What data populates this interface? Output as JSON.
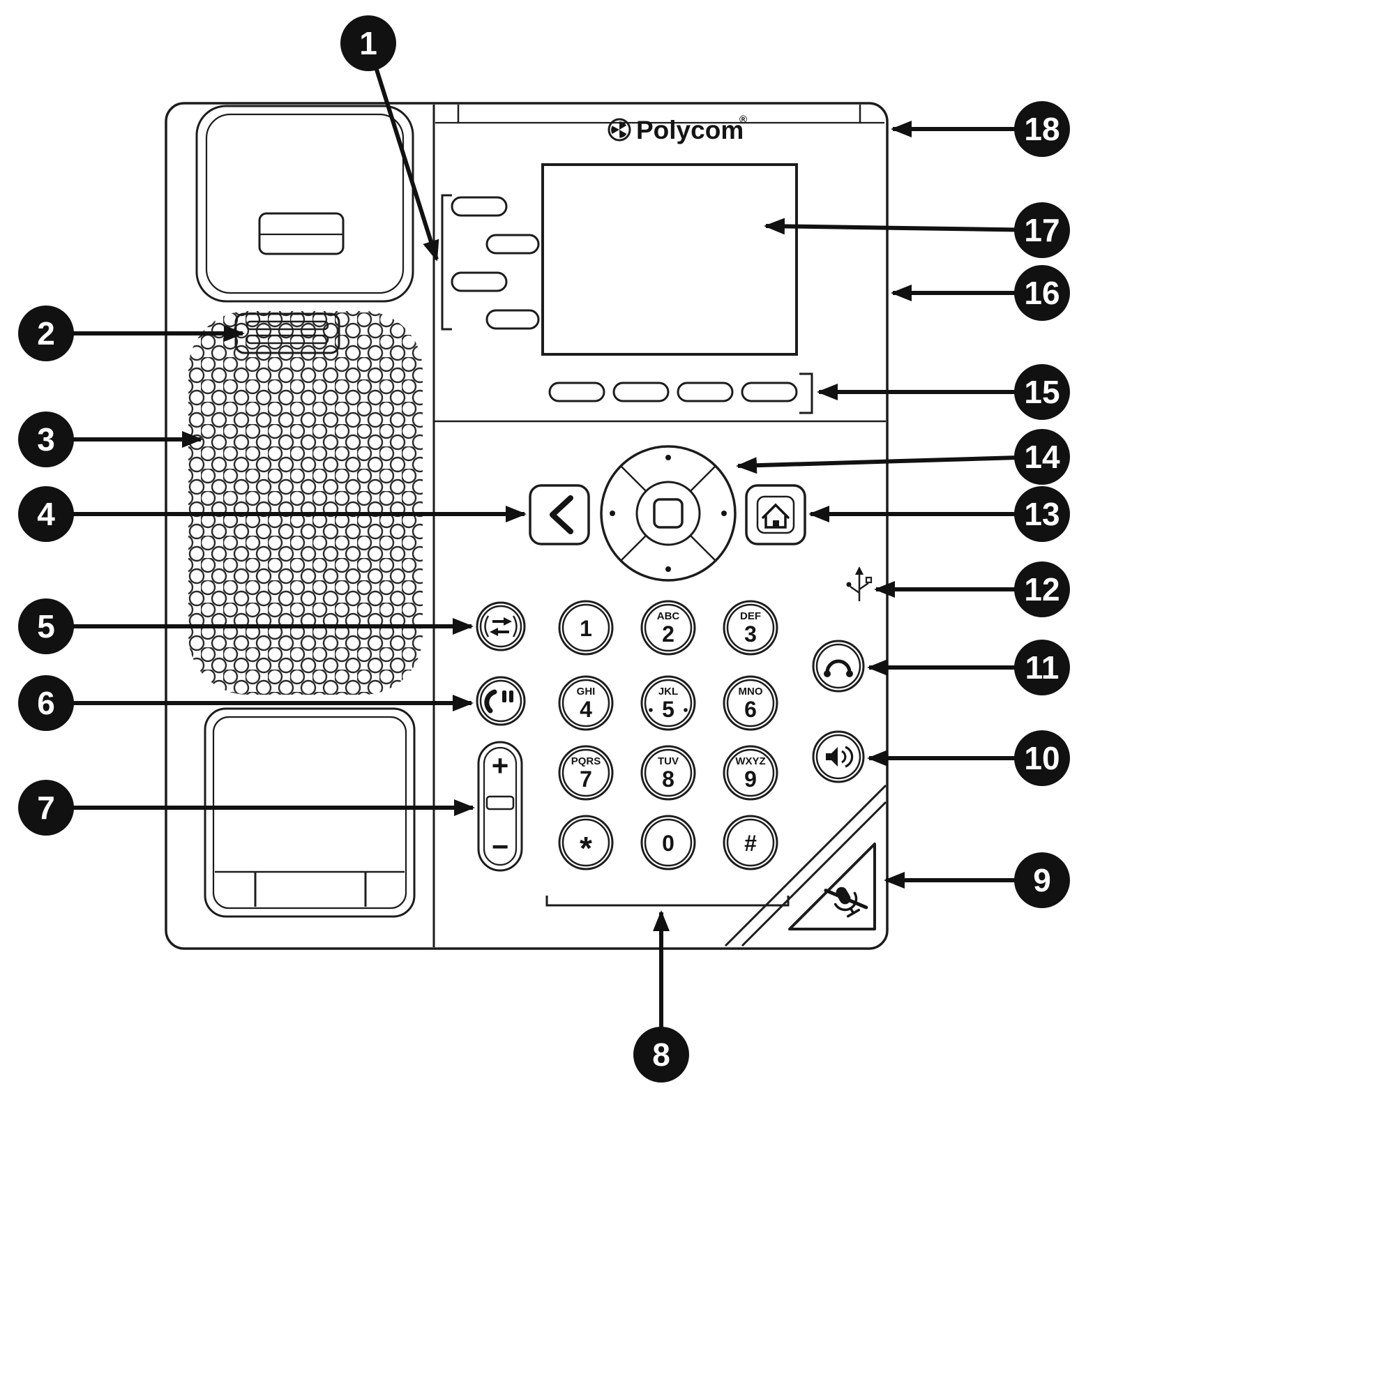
{
  "brand": {
    "name": "Polycom",
    "mark": "®"
  },
  "callouts": [
    "1",
    "2",
    "3",
    "4",
    "5",
    "6",
    "7",
    "8",
    "9",
    "10",
    "11",
    "12",
    "13",
    "14",
    "15",
    "16",
    "17",
    "18"
  ],
  "keypad": [
    {
      "digit": "1",
      "letters": ""
    },
    {
      "digit": "2",
      "letters": "ABC"
    },
    {
      "digit": "3",
      "letters": "DEF"
    },
    {
      "digit": "4",
      "letters": "GHI"
    },
    {
      "digit": "5",
      "letters": "JKL"
    },
    {
      "digit": "6",
      "letters": "MNO"
    },
    {
      "digit": "7",
      "letters": "PQRS"
    },
    {
      "digit": "8",
      "letters": "TUV"
    },
    {
      "digit": "9",
      "letters": "WXYZ"
    },
    {
      "digit": "*",
      "letters": ""
    },
    {
      "digit": "0",
      "letters": ""
    },
    {
      "digit": "#",
      "letters": ""
    }
  ],
  "volume": {
    "up": "+",
    "down": "−"
  }
}
